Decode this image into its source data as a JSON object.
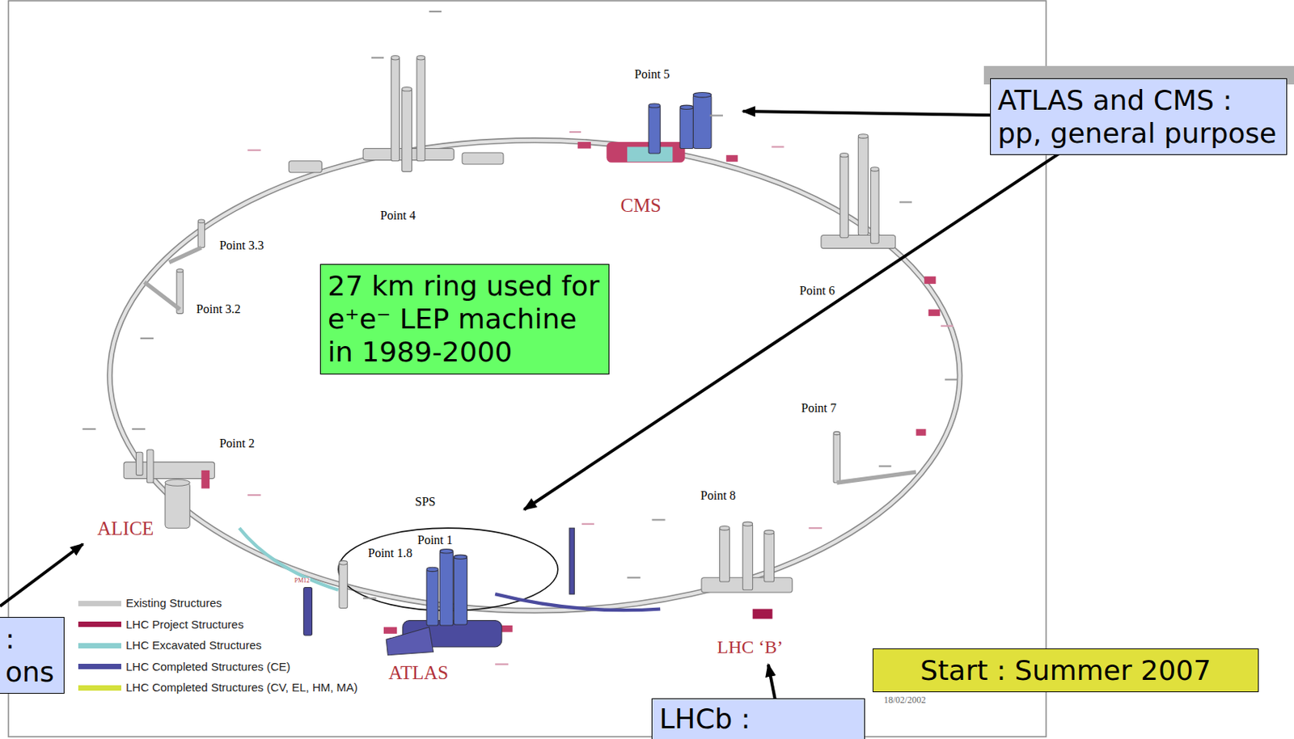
{
  "diagram": {
    "nodes": [
      {
        "text": [
          "ATLAS and CMS : pp, general purpose"
        ]
      },
      {
        "text": [
          "27 km ring used for e⁺e⁻ LEP machine in 1989-2000"
        ]
      },
      {
        "text": [
          ": ons"
        ]
      },
      {
        "text": [
          "Start : Summer 2007"
        ]
      },
      {
        "text": [
          "LHCb :"
        ]
      }
    ],
    "labels": [
      "Point 5",
      "CMS",
      "Point 4",
      "Point 3.3",
      "Point 3.2",
      "Point 6",
      "Point 7",
      "Point 2",
      "ALICE",
      "SPS",
      "Point 1",
      "Point 1.8",
      "PM12",
      "Point 8",
      "LHC ‘B’",
      "ATLAS",
      "18/02/2002"
    ],
    "legend": [
      {
        "text": "Existing Structures",
        "color": "#c8c8c8"
      },
      {
        "text": "LHC Project Structures",
        "color": "#a3184a"
      },
      {
        "text": "LHC Excavated Structures",
        "color": "#8ccfd0"
      },
      {
        "text": "LHC Completed Structures (CE)",
        "color": "#4b4b9e"
      },
      {
        "text": "LHC Completed Structures (CV, EL, HM, MA)",
        "color": "#d4e03c"
      }
    ]
  }
}
